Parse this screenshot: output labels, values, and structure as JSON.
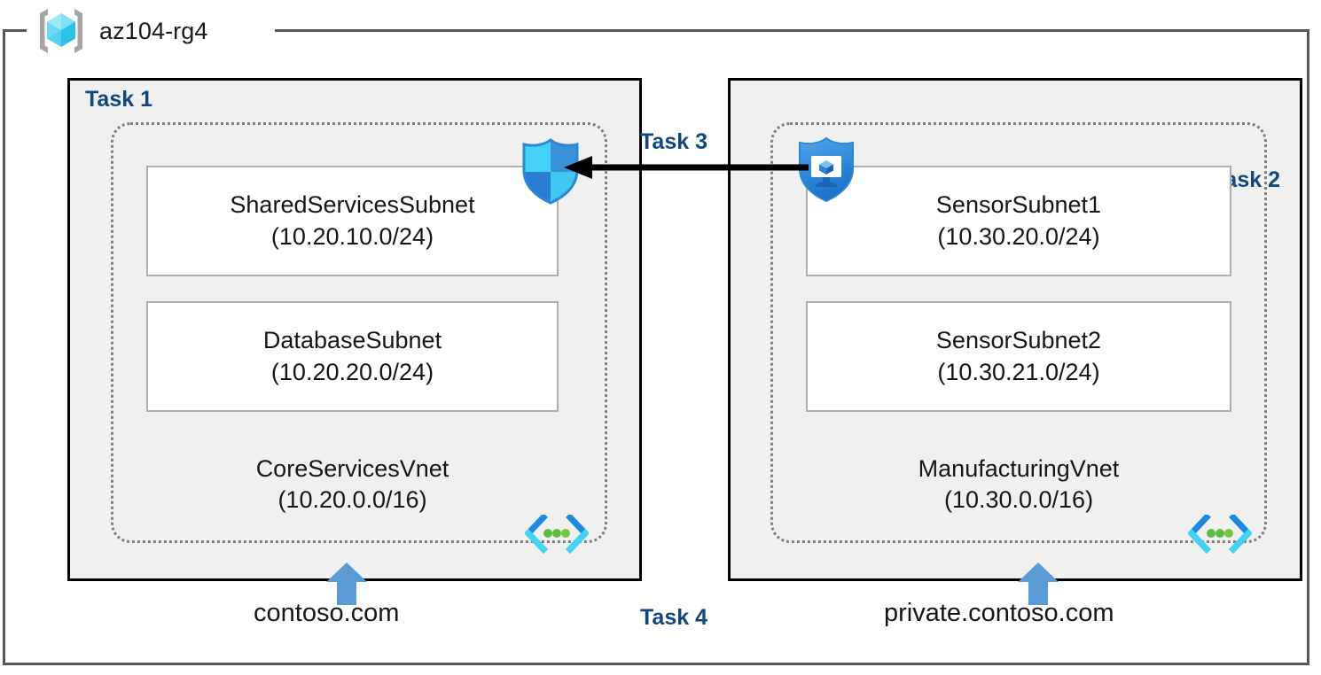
{
  "resource_group": {
    "name": "az104-rg4",
    "icon": "resource-group-cube-icon"
  },
  "tasks": {
    "task1_label": "Task 1",
    "task2_label": "Task 2",
    "task3_label": "Task 3",
    "task4_label": "Task 4"
  },
  "vnets": [
    {
      "id": "core-services",
      "task": "Task 1",
      "name": "CoreServicesVnet",
      "cidr": "(10.20.0.0/16)",
      "icon": "virtual-network-icon",
      "subnets": [
        {
          "name": "SharedServicesSubnet",
          "cidr": "(10.20.10.0/24)"
        },
        {
          "name": "DatabaseSubnet",
          "cidr": "(10.20.20.0/24)"
        }
      ],
      "dns_zone": "contoso.com"
    },
    {
      "id": "manufacturing",
      "task": "Task 2",
      "name": "ManufacturingVnet",
      "cidr": "(10.30.0.0/16)",
      "icon": "virtual-network-icon",
      "subnets": [
        {
          "name": "SensorSubnet1",
          "cidr": "(10.30.20.0/24)"
        },
        {
          "name": "SensorSubnet2",
          "cidr": "(10.30.21.0/24)"
        }
      ],
      "dns_zone": "private.contoso.com"
    }
  ],
  "icons": {
    "nsg": "network-security-group-shield-icon",
    "bastion": "bastion-shield-monitor-icon",
    "vnet": "virtual-network-icon",
    "dns_arrow": "dns-zone-up-arrow-icon",
    "peering_arrow": "peering-connection-arrow-icon"
  },
  "colors": {
    "task_label": "#12477E",
    "task_fill": "#F0F0F0",
    "task_border": "#000000",
    "vnet_border": "#7F7F7F",
    "subnet_border": "#AFAFAF",
    "frame_border": "#595959",
    "dns_arrow": "#5B9BD5",
    "azure_cyan": "#32BEF0",
    "azure_blue": "#2A7FD4"
  }
}
